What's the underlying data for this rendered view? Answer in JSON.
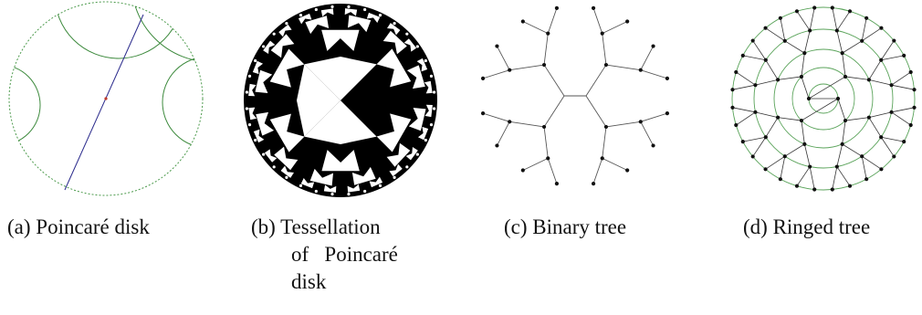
{
  "figure": {
    "panels": [
      {
        "id": "a",
        "caption_lines": [
          "(a) Poincaré disk"
        ]
      },
      {
        "id": "b",
        "caption_lines": [
          "(b) Tessellation",
          "of   Poincaré",
          "disk"
        ]
      },
      {
        "id": "c",
        "caption_lines": [
          "(c) Binary tree"
        ]
      },
      {
        "id": "d",
        "caption_lines": [
          "(d) Ringed tree"
        ]
      }
    ]
  },
  "colors": {
    "boundary": "#4c9a4c",
    "geodesic": "#3d8a3d",
    "line": "#2a2a8c",
    "point": "#c0392b",
    "tile": "#000000",
    "node": "#111111",
    "edge": "#555555",
    "ring": "#5aa35a"
  }
}
